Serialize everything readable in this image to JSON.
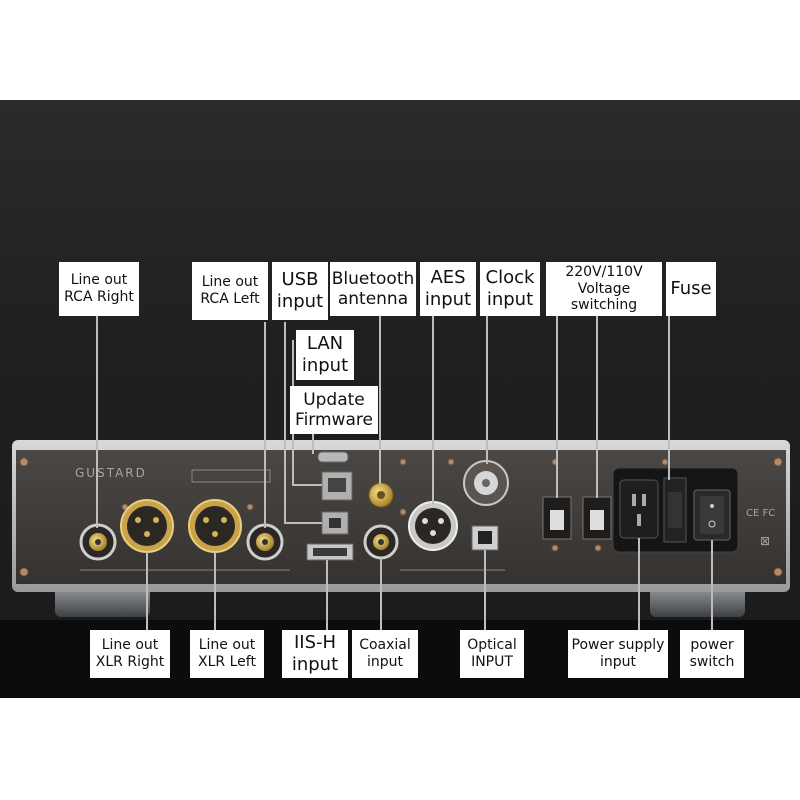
{
  "labels": {
    "line_out_rca_right": "Line out\nRCA Right",
    "line_out_rca_left": "Line out\nRCA Left",
    "usb_input": "USB\ninput",
    "bluetooth_antenna": "Bluetooth\nantenna",
    "aes_input": "AES\ninput",
    "clock_input": "Clock\ninput",
    "voltage_switching": "220V/110V\nVoltage switching",
    "fuse": "Fuse",
    "lan_input": "LAN\ninput",
    "update_firmware": "Update\nFirmware",
    "line_out_xlr_right": "Line out\nXLR Right",
    "line_out_xlr_left": "Line out\nXLR Left",
    "iis_h_input": "IIS-H\ninput",
    "coaxial_input": "Coaxial\ninput",
    "optical_input": "Optical\nINPUT",
    "power_supply_input": "Power supply\ninput",
    "power_switch": "power\nswitch"
  },
  "panel": {
    "brand": "GUSTARD"
  },
  "colors": {
    "background_dark": "#1a1a1a",
    "label_bg": "#ffffff",
    "leader_line": "#bdbdbd",
    "gold_connector": "#c9a24a"
  }
}
